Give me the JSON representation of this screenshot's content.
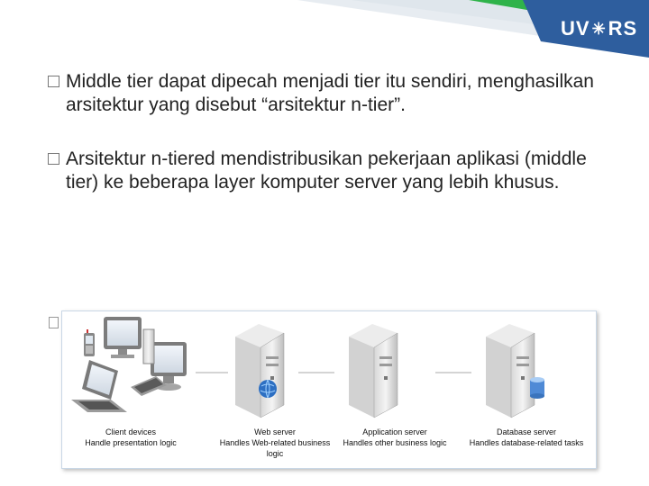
{
  "logo": {
    "text_left": "UV",
    "text_right": "RS"
  },
  "bullets": [
    {
      "text": "Middle tier dapat dipecah menjadi tier itu sendiri, menghasilkan arsitektur yang disebut “arsitektur n-tier”."
    },
    {
      "text": "Arsitektur n-tiered mendistribusikan pekerjaan aplikasi (middle tier) ke beberapa layer komputer server yang lebih khusus."
    }
  ],
  "diagram": {
    "nodes": [
      {
        "title": "Client devices",
        "desc": "Handle presentation logic"
      },
      {
        "title": "Web server",
        "desc": "Handles Web-related business logic"
      },
      {
        "title": "Application server",
        "desc": "Handles other business logic"
      },
      {
        "title": "Database server",
        "desc": "Handles database-related tasks"
      }
    ]
  },
  "colors": {
    "accent_green": "#2fb34a",
    "accent_blue": "#2e5e9e",
    "band_gray": "#dfe6ec"
  }
}
